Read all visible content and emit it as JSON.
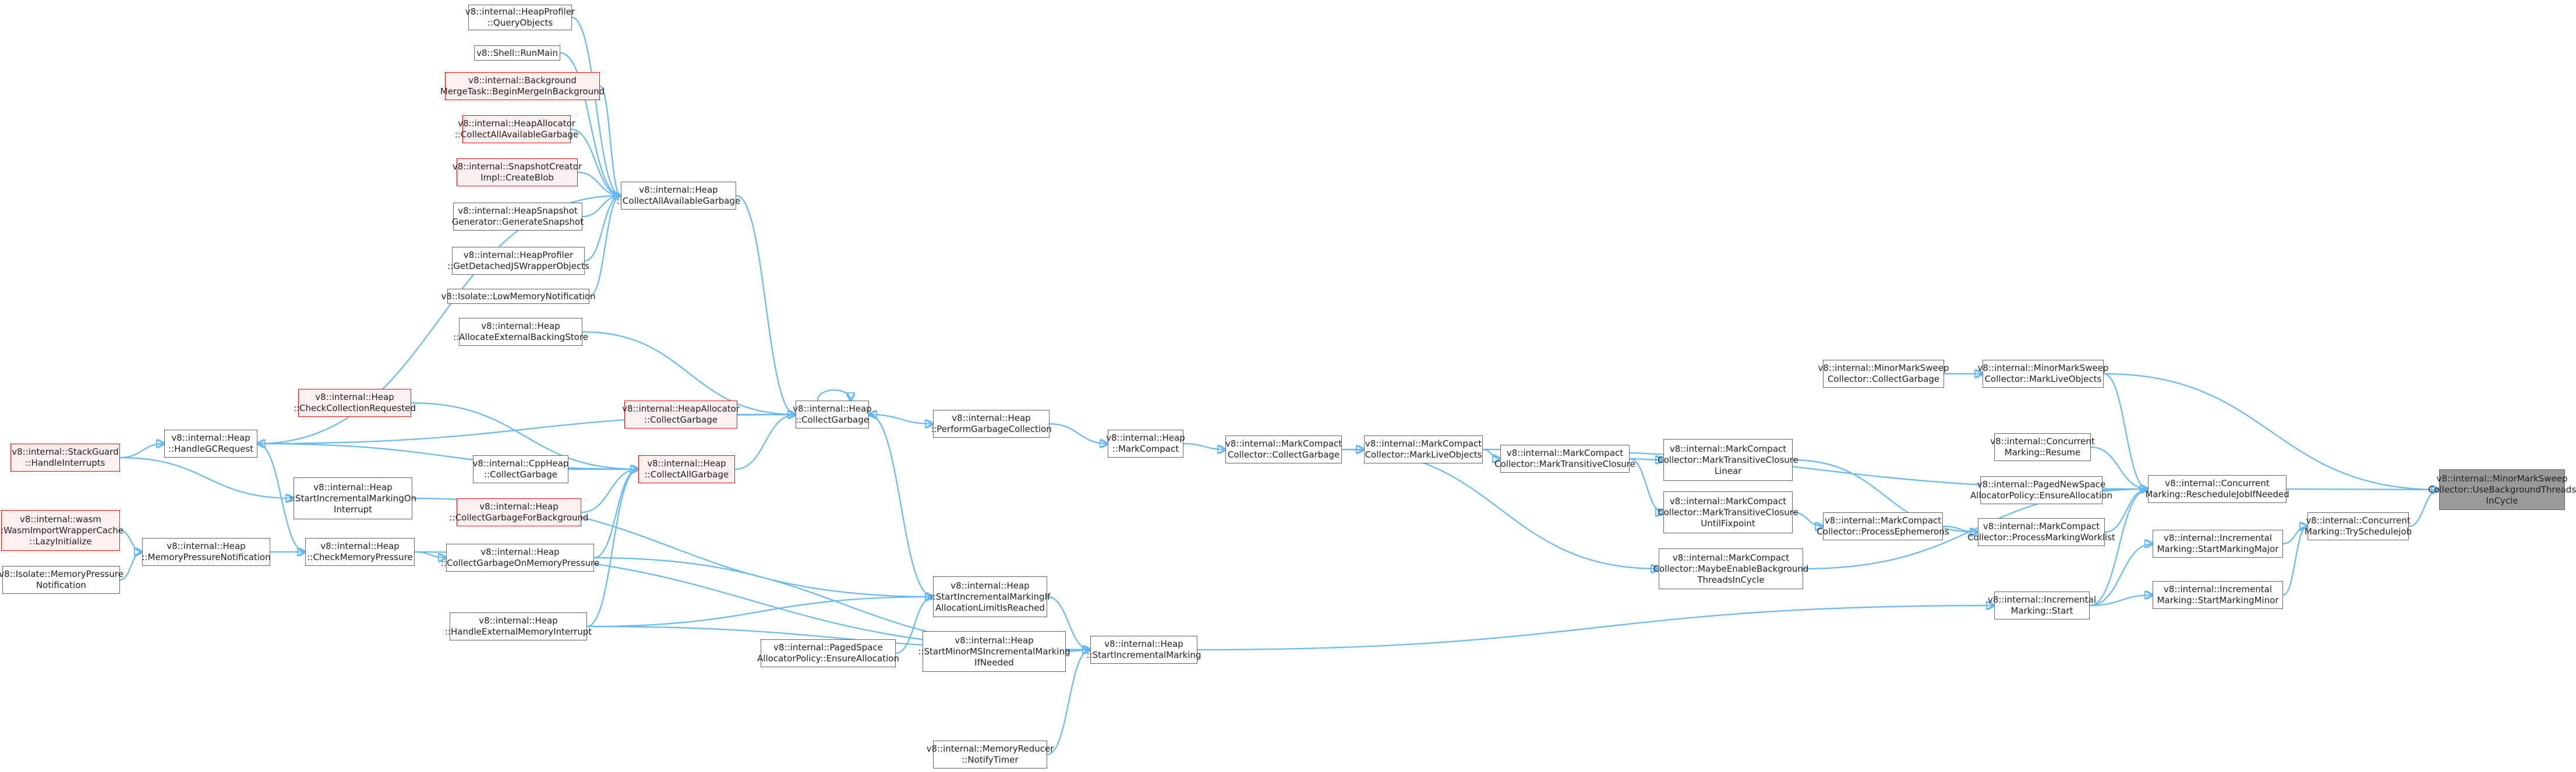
{
  "graph": {
    "nodes": [
      {
        "id": "n1",
        "lines": [
          "v8::internal::HeapProfiler",
          "::QueryObjects"
        ],
        "style": "normal"
      },
      {
        "id": "n2",
        "lines": [
          "v8::Shell::RunMain"
        ],
        "style": "normal"
      },
      {
        "id": "n3",
        "lines": [
          "v8::internal::Background",
          "MergeTask::BeginMergeInBackground"
        ],
        "style": "trunc"
      },
      {
        "id": "n4",
        "lines": [
          "v8::internal::HeapAllocator",
          "::CollectAllAvailableGarbage"
        ],
        "style": "trunc"
      },
      {
        "id": "n5",
        "lines": [
          "v8::internal::SnapshotCreator",
          "Impl::CreateBlob"
        ],
        "style": "trunc"
      },
      {
        "id": "n6",
        "lines": [
          "v8::internal::HeapSnapshot",
          "Generator::GenerateSnapshot"
        ],
        "style": "normal"
      },
      {
        "id": "n7",
        "lines": [
          "v8::internal::HeapProfiler",
          "::GetDetachedJSWrapperObjects"
        ],
        "style": "normal"
      },
      {
        "id": "n8",
        "lines": [
          "v8::Isolate::LowMemoryNotification"
        ],
        "style": "normal"
      },
      {
        "id": "n9",
        "lines": [
          "v8::internal::Heap",
          "::AllocateExternalBackingStore"
        ],
        "style": "normal"
      },
      {
        "id": "n10",
        "lines": [
          "v8::internal::Heap",
          "::CollectAllAvailableGarbage"
        ],
        "style": "normal"
      },
      {
        "id": "n11",
        "lines": [
          "v8::internal::Heap",
          "::CheckCollectionRequested"
        ],
        "style": "trunc"
      },
      {
        "id": "n12",
        "lines": [
          "v8::internal::HeapAllocator",
          "::CollectGarbage"
        ],
        "style": "trunc"
      },
      {
        "id": "n13",
        "lines": [
          "v8::internal::StackGuard",
          "::HandleInterrupts"
        ],
        "style": "trunc"
      },
      {
        "id": "n14",
        "lines": [
          "v8::internal::Heap",
          "::HandleGCRequest"
        ],
        "style": "normal"
      },
      {
        "id": "n15",
        "lines": [
          "v8::internal::CppHeap",
          "::CollectGarbage"
        ],
        "style": "normal"
      },
      {
        "id": "n16",
        "lines": [
          "v8::internal::Heap",
          "::CollectAllGarbage"
        ],
        "style": "trunc"
      },
      {
        "id": "n17",
        "lines": [
          "v8::internal::Heap",
          "::CollectGarbageForBackground"
        ],
        "style": "trunc"
      },
      {
        "id": "n18",
        "lines": [
          "v8::internal::Heap",
          "::StartIncrementalMarkingOn",
          "Interrupt"
        ],
        "style": "normal"
      },
      {
        "id": "n19",
        "lines": [
          "v8::internal::wasm",
          "::WasmImportWrapperCache",
          "::LazyInitialize"
        ],
        "style": "trunc"
      },
      {
        "id": "n20",
        "lines": [
          "v8::internal::Heap",
          "::MemoryPressureNotification"
        ],
        "style": "normal"
      },
      {
        "id": "n21",
        "lines": [
          "v8::internal::Heap",
          "::CheckMemoryPressure"
        ],
        "style": "normal"
      },
      {
        "id": "n22",
        "lines": [
          "v8::internal::Heap",
          "::CollectGarbageOnMemoryPressure"
        ],
        "style": "normal"
      },
      {
        "id": "n23",
        "lines": [
          "v8::Isolate::MemoryPressure",
          "Notification"
        ],
        "style": "normal"
      },
      {
        "id": "n24",
        "lines": [
          "v8::internal::Heap",
          "::HandleExternalMemoryInterrupt"
        ],
        "style": "normal"
      },
      {
        "id": "n25",
        "lines": [
          "v8::internal::Heap",
          "::CollectGarbage"
        ],
        "style": "normal"
      },
      {
        "id": "n26",
        "lines": [
          "v8::internal::PagedSpace",
          "AllocatorPolicy::EnsureAllocation"
        ],
        "style": "normal"
      },
      {
        "id": "n27",
        "lines": [
          "v8::internal::Heap",
          "::PerformGarbageCollection"
        ],
        "style": "normal"
      },
      {
        "id": "n28",
        "lines": [
          "v8::internal::Heap",
          "::StartIncrementalMarkingIf",
          "AllocationLimitIsReached"
        ],
        "style": "normal"
      },
      {
        "id": "n29",
        "lines": [
          "v8::internal::Heap",
          "::StartMinorMSIncrementalMarking",
          "IfNeeded"
        ],
        "style": "normal"
      },
      {
        "id": "n30",
        "lines": [
          "v8::internal::MemoryReducer",
          "::NotifyTimer"
        ],
        "style": "normal"
      },
      {
        "id": "n31",
        "lines": [
          "v8::internal::Heap",
          "::MarkCompact"
        ],
        "style": "normal"
      },
      {
        "id": "n32",
        "lines": [
          "v8::internal::Heap",
          "::StartIncrementalMarking"
        ],
        "style": "normal"
      },
      {
        "id": "n33",
        "lines": [
          "v8::internal::MarkCompact",
          "Collector::CollectGarbage"
        ],
        "style": "normal"
      },
      {
        "id": "n34",
        "lines": [
          "v8::internal::MarkCompact",
          "Collector::MarkLiveObjects"
        ],
        "style": "normal"
      },
      {
        "id": "n35",
        "lines": [
          "v8::internal::MarkCompact",
          "Collector::MarkTransitiveClosure"
        ],
        "style": "normal"
      },
      {
        "id": "n36",
        "lines": [
          "v8::internal::MarkCompact",
          "Collector::MarkTransitiveClosure",
          "Linear"
        ],
        "style": "normal"
      },
      {
        "id": "n37",
        "lines": [
          "v8::internal::MarkCompact",
          "Collector::MarkTransitiveClosure",
          "UntilFixpoint"
        ],
        "style": "normal"
      },
      {
        "id": "n38",
        "lines": [
          "v8::internal::MarkCompact",
          "Collector::ProcessEphemerons"
        ],
        "style": "normal"
      },
      {
        "id": "n39",
        "lines": [
          "v8::internal::MarkCompact",
          "Collector::MaybeEnableBackground",
          "ThreadsInCycle"
        ],
        "style": "normal"
      },
      {
        "id": "n40",
        "lines": [
          "v8::internal::MinorMarkSweep",
          "Collector::CollectGarbage"
        ],
        "style": "normal"
      },
      {
        "id": "n41",
        "lines": [
          "v8::internal::MinorMarkSweep",
          "Collector::MarkLiveObjects"
        ],
        "style": "normal"
      },
      {
        "id": "n42",
        "lines": [
          "v8::internal::Concurrent",
          "Marking::Resume"
        ],
        "style": "normal"
      },
      {
        "id": "n43",
        "lines": [
          "v8::internal::PagedNewSpace",
          "AllocatorPolicy::EnsureAllocation"
        ],
        "style": "normal"
      },
      {
        "id": "n44",
        "lines": [
          "v8::internal::MarkCompact",
          "Collector::ProcessMarkingWorklist"
        ],
        "style": "normal"
      },
      {
        "id": "n45",
        "lines": [
          "v8::internal::Incremental",
          "Marking::Start"
        ],
        "style": "normal"
      },
      {
        "id": "n46",
        "lines": [
          "v8::internal::Concurrent",
          "Marking::RescheduleJobIfNeeded"
        ],
        "style": "normal"
      },
      {
        "id": "n47",
        "lines": [
          "v8::internal::Incremental",
          "Marking::StartMarkingMajor"
        ],
        "style": "normal"
      },
      {
        "id": "n48",
        "lines": [
          "v8::internal::Incremental",
          "Marking::StartMarkingMinor"
        ],
        "style": "normal"
      },
      {
        "id": "n49",
        "lines": [
          "v8::internal::Concurrent",
          "Marking::TrySchedulejob"
        ],
        "style": "normal"
      },
      {
        "id": "n50",
        "lines": [
          "v8::internal::MinorMarkSweep",
          "Collector::UseBackgroundThreads",
          "InCycle"
        ],
        "style": "root"
      }
    ],
    "edges": [
      [
        "n1",
        "n10"
      ],
      [
        "n2",
        "n10"
      ],
      [
        "n3",
        "n10"
      ],
      [
        "n4",
        "n10"
      ],
      [
        "n5",
        "n10"
      ],
      [
        "n6",
        "n10"
      ],
      [
        "n7",
        "n10"
      ],
      [
        "n8",
        "n10"
      ],
      [
        "n9",
        "n25"
      ],
      [
        "n10",
        "n25"
      ],
      [
        "n11",
        "n16"
      ],
      [
        "n12",
        "n25"
      ],
      [
        "n15",
        "n16"
      ],
      [
        "n17",
        "n16"
      ],
      [
        "n16",
        "n25"
      ],
      [
        "n14",
        "n25"
      ],
      [
        "n14",
        "n16"
      ],
      [
        "n14",
        "n10"
      ],
      [
        "n22",
        "n16"
      ],
      [
        "n24",
        "n16"
      ],
      [
        "n13",
        "n14"
      ],
      [
        "n13",
        "n18"
      ],
      [
        "n19",
        "n20"
      ],
      [
        "n23",
        "n20"
      ],
      [
        "n20",
        "n21"
      ],
      [
        "n21",
        "n14"
      ],
      [
        "n21",
        "n22"
      ],
      [
        "n21",
        "n32"
      ],
      [
        "n18",
        "n28"
      ],
      [
        "n22",
        "n32"
      ],
      [
        "n24",
        "n28"
      ],
      [
        "n24",
        "n32"
      ],
      [
        "n26",
        "n28"
      ],
      [
        "n28",
        "n25"
      ],
      [
        "n28",
        "n32"
      ],
      [
        "n29",
        "n32"
      ],
      [
        "n30",
        "n32"
      ],
      [
        "n25",
        "n25"
      ],
      [
        "n25",
        "n27"
      ],
      [
        "n27",
        "n31"
      ],
      [
        "n31",
        "n33"
      ],
      [
        "n33",
        "n34"
      ],
      [
        "n33",
        "n39"
      ],
      [
        "n34",
        "n35"
      ],
      [
        "n35",
        "n36"
      ],
      [
        "n35",
        "n37"
      ],
      [
        "n37",
        "n38"
      ],
      [
        "n38",
        "n44"
      ],
      [
        "n36",
        "n44"
      ],
      [
        "n40",
        "n41"
      ],
      [
        "n34",
        "n46"
      ],
      [
        "n39",
        "n46"
      ],
      [
        "n41",
        "n46"
      ],
      [
        "n42",
        "n46"
      ],
      [
        "n43",
        "n46"
      ],
      [
        "n44",
        "n46"
      ],
      [
        "n45",
        "n46"
      ],
      [
        "n32",
        "n45"
      ],
      [
        "n45",
        "n47"
      ],
      [
        "n45",
        "n48"
      ],
      [
        "n47",
        "n49"
      ],
      [
        "n48",
        "n49"
      ],
      [
        "n46",
        "n50"
      ],
      [
        "n41",
        "n50"
      ],
      [
        "n49",
        "n50"
      ]
    ]
  }
}
